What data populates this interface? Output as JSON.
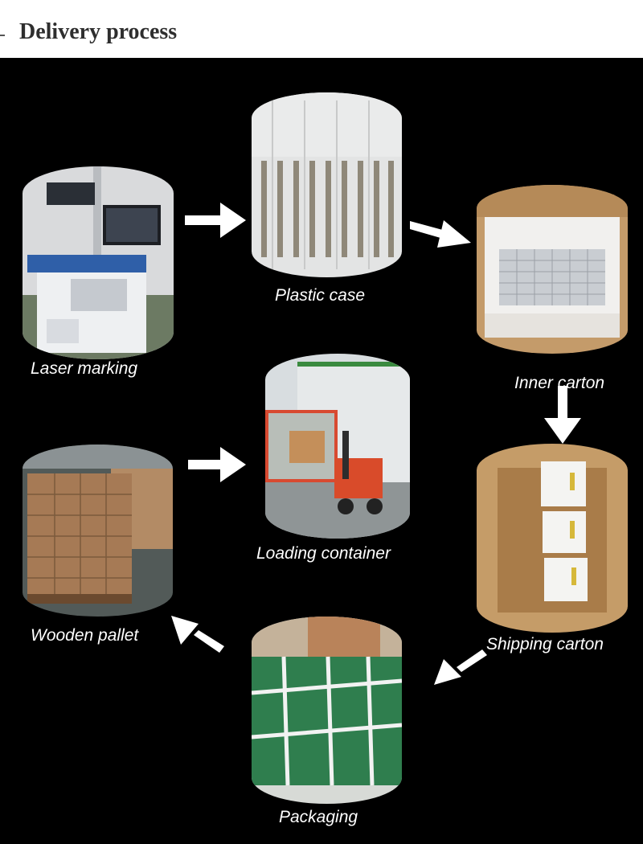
{
  "header": {
    "title": "Delivery process"
  },
  "steps": {
    "laser_marking": "Laser marking",
    "plastic_case": "Plastic case",
    "inner_carton": "Inner carton",
    "shipping_carton": "Shipping carton",
    "packaging": "Packaging",
    "wooden_pallet": "Wooden pallet",
    "loading_container": "Loading container"
  },
  "colors": {
    "background": "#000000",
    "header_bg": "#ffffff",
    "label_text": "#ffffff",
    "arrow": "#ffffff"
  }
}
